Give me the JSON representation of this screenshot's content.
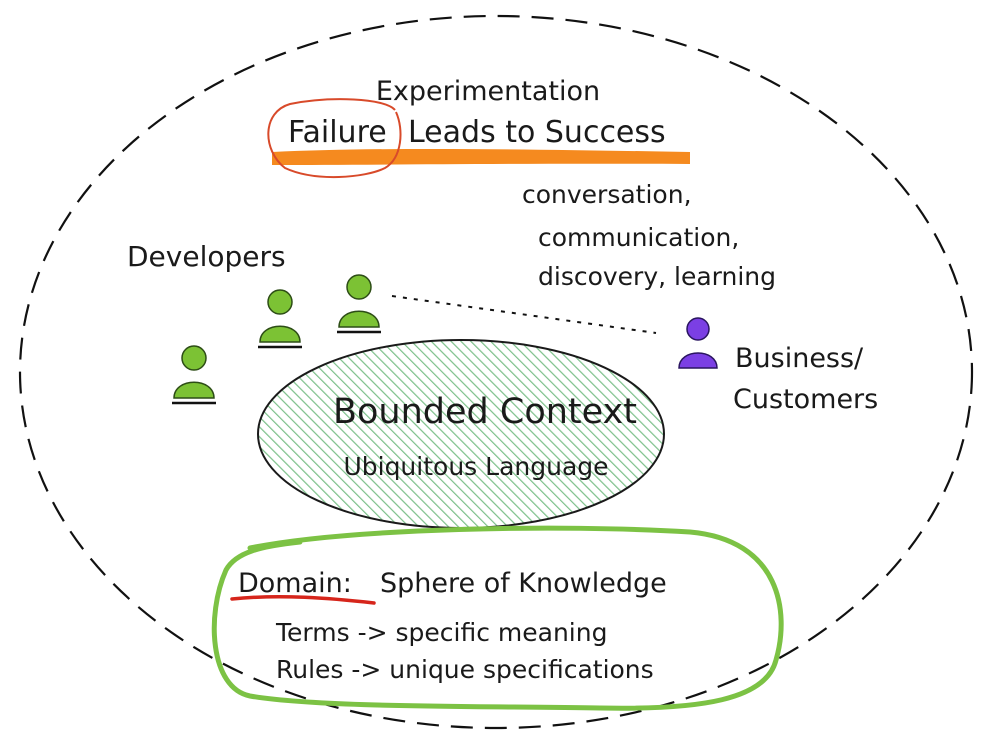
{
  "header": {
    "line1": "Experimentation",
    "failure": "Failure",
    "rest": "Leads to Success"
  },
  "conversation_lines": [
    "conversation,",
    "communication,",
    "discovery, learning"
  ],
  "developers_label": "Developers",
  "business_label": {
    "line1": "Business/",
    "line2": "Customers"
  },
  "bounded_context": {
    "title": "Bounded Context",
    "subtitle": "Ubiquitous Language"
  },
  "domain": {
    "term": "Domain:",
    "definition": "Sphere of Knowledge",
    "line2": "Terms -> specific meaning",
    "line3": "Rules -> unique specifications"
  },
  "colors": {
    "developer": "#7cc234",
    "customer": "#7b3fe4",
    "highlight": "#f58a1f",
    "failure_circle": "#d84a2a",
    "domain_underline": "#d6251b",
    "domain_outline": "#7cc244",
    "context_hatch": "#7cc08a"
  }
}
